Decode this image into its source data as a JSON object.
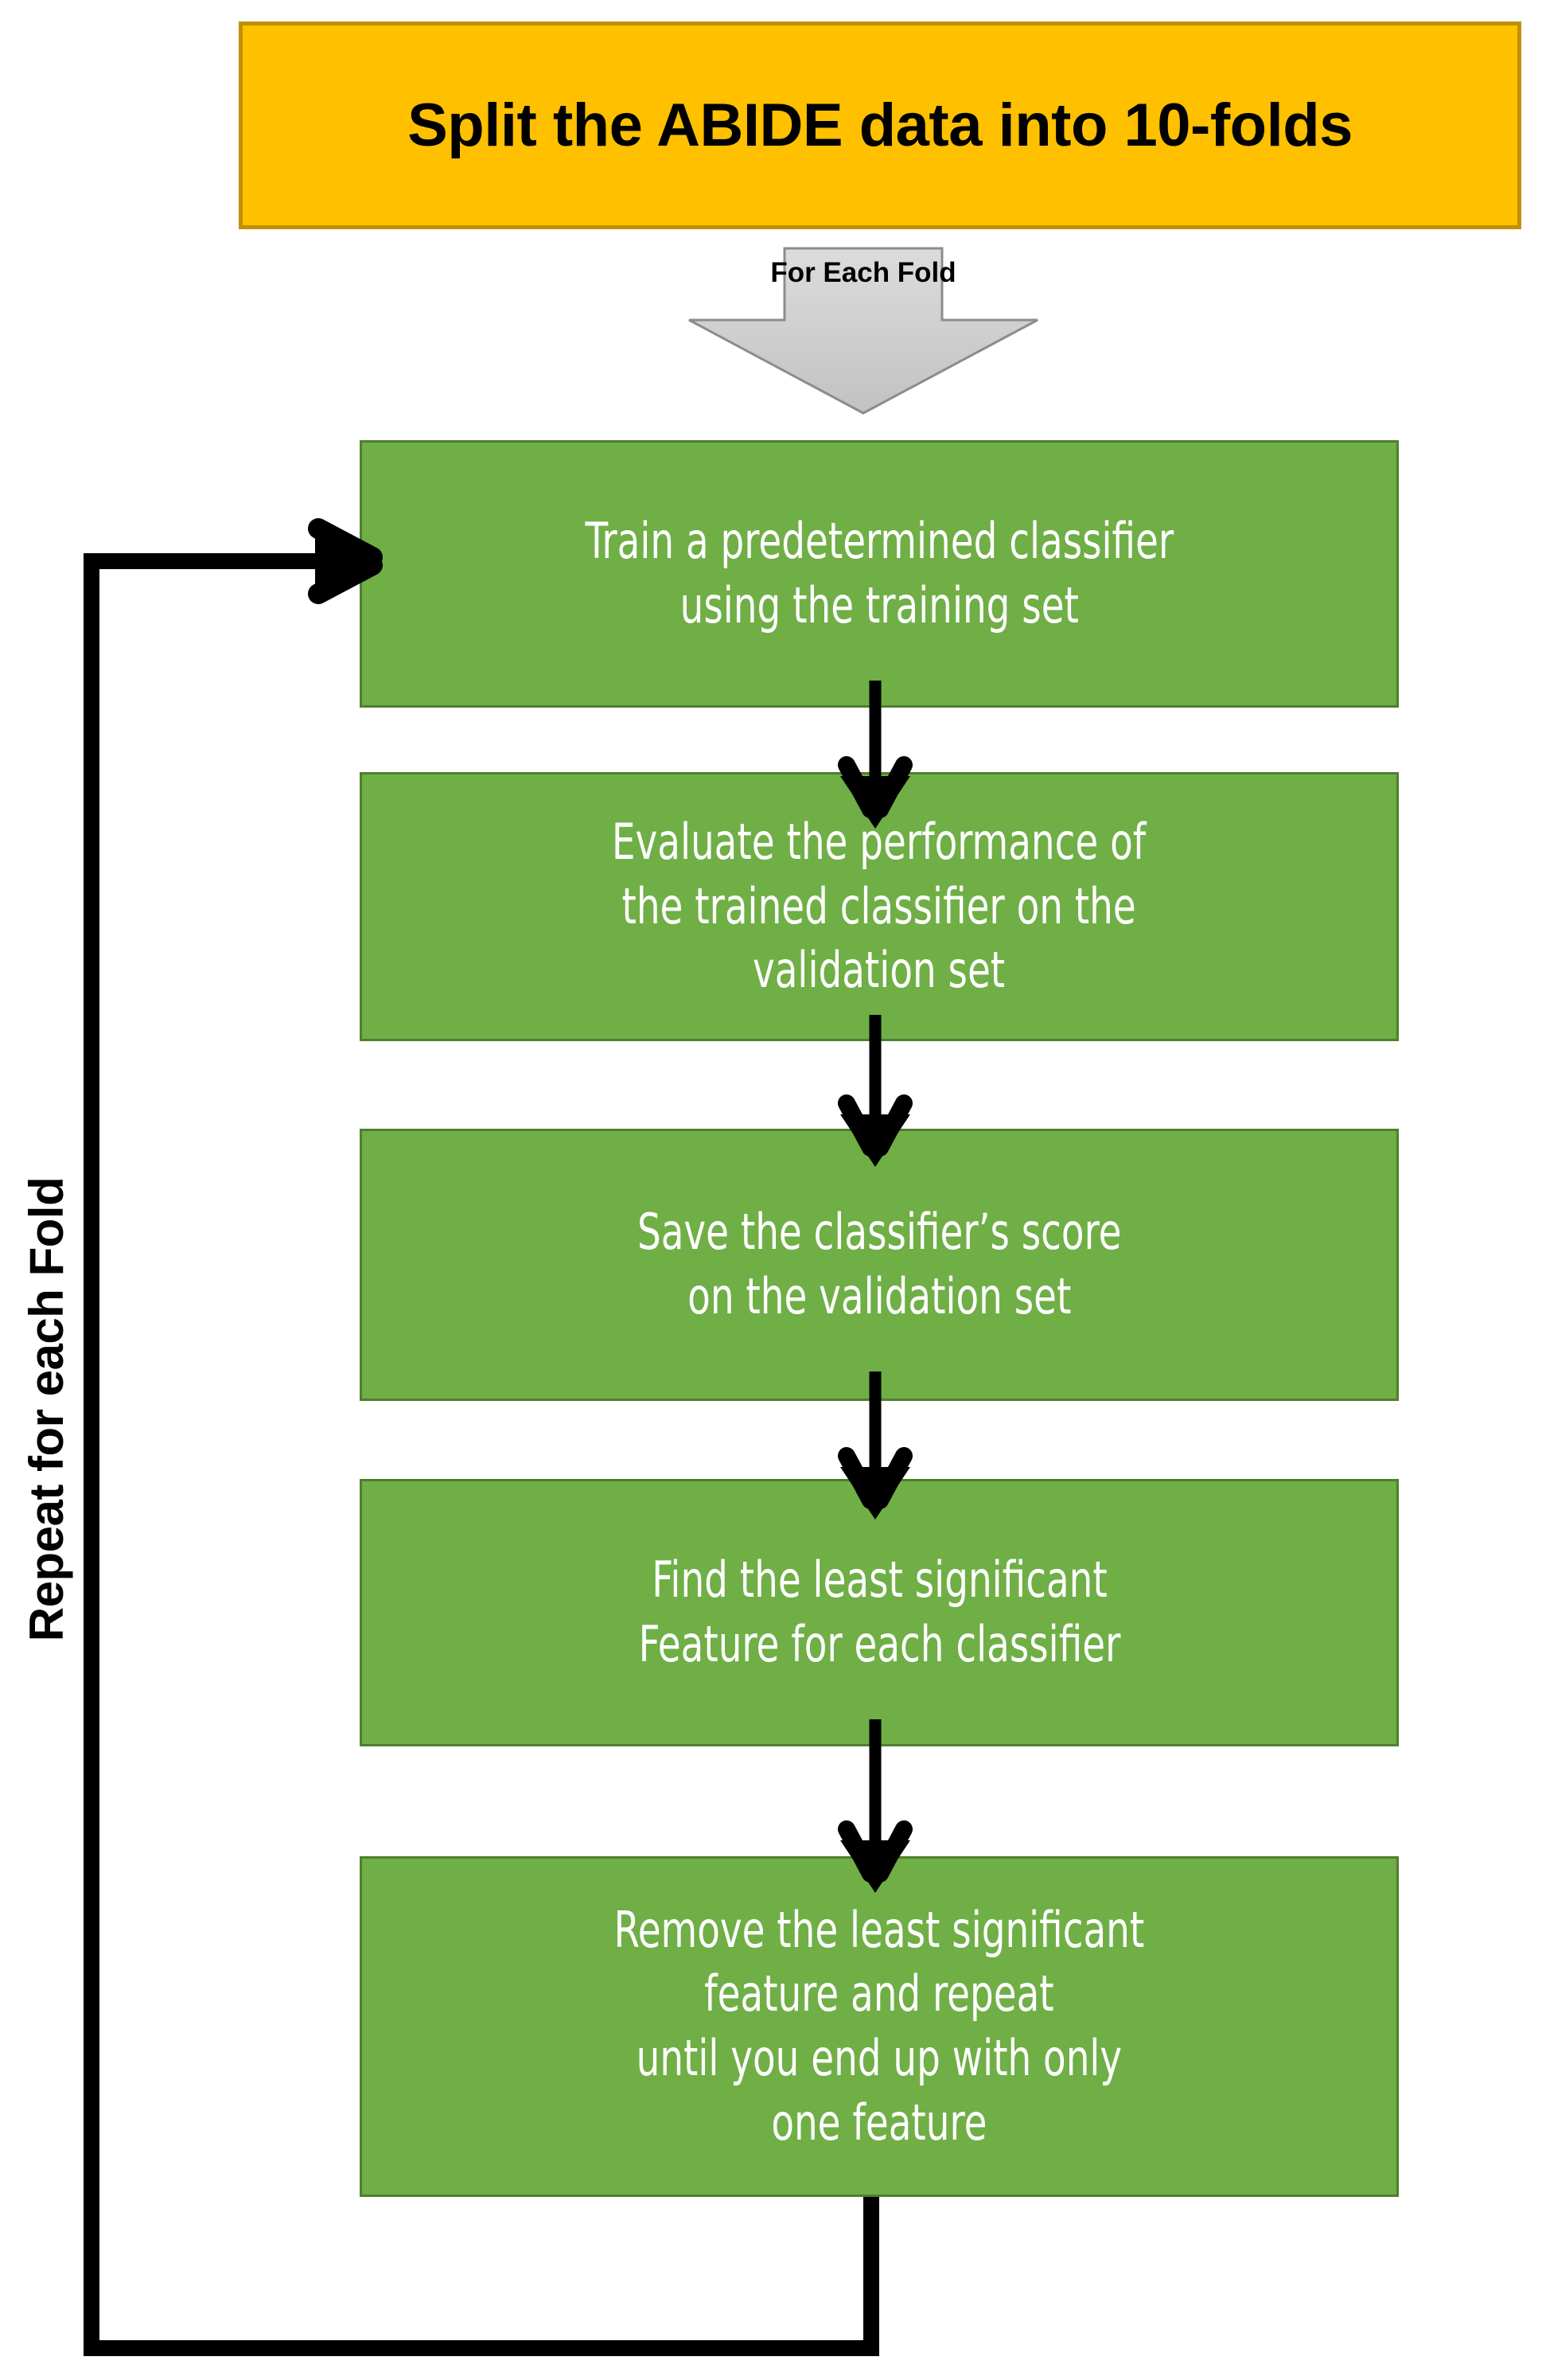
{
  "diagram": {
    "title_box": {
      "label": "Split the ABIDE data into 10-folds",
      "fill_color": "#FFC000",
      "border_color": "#BF9000",
      "text_color": "#000000"
    },
    "entry_arrow": {
      "label": "For Each\nFold",
      "fill_color": "#D0D0D0",
      "border_color": "#8C8C8C",
      "text_color": "#000000"
    },
    "side_label": {
      "label": "Repeat for each Fold",
      "text_color": "#000000"
    },
    "process_fill_color": "#6FAF46",
    "process_border_color": "#507E2E",
    "process_text_color": "#FFFFFF",
    "connector_color": "#000000",
    "steps": [
      {
        "id": "train",
        "label": "Train a predetermined classifier\nusing the training set"
      },
      {
        "id": "evaluate",
        "label": "Evaluate the performance of\nthe trained classifier on the\nvalidation set"
      },
      {
        "id": "save-score",
        "label": "Save the classifier’s score\non the validation set"
      },
      {
        "id": "find-least-significant",
        "label": "Find the least significant\nFeature for each classifier"
      },
      {
        "id": "remove-least-significant",
        "label": "Remove the least significant\nfeature and repeat\nuntil you end up with only\none feature"
      }
    ]
  }
}
